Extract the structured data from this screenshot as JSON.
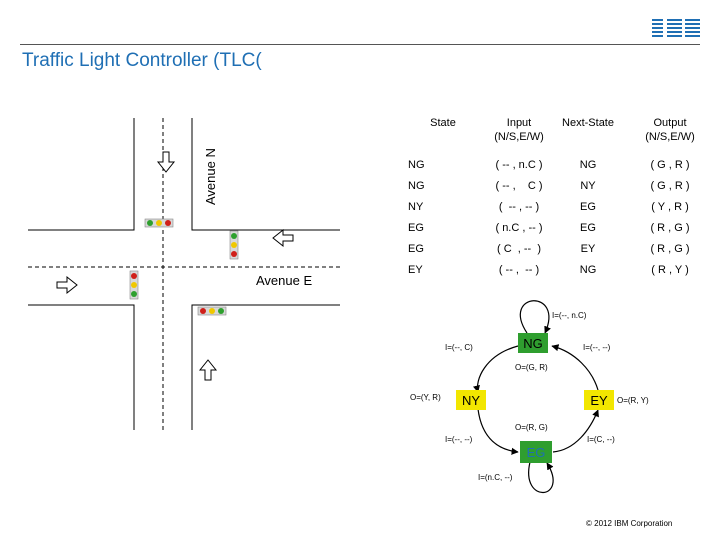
{
  "header": {
    "logo_text": "IBM",
    "title": "Traffic Light Controller (TLC("
  },
  "intersection": {
    "avenue_n_label": "Avenue N",
    "avenue_e_label": "Avenue E"
  },
  "table": {
    "headers": [
      "State",
      "Input\n(N/S,E/W)",
      "Next-State",
      "Output\n(N/S,E/W)"
    ],
    "rows": [
      [
        "NG",
        "( -- , n.C )",
        "NG",
        "( G , R )"
      ],
      [
        "NG",
        "( -- ,    C )",
        "NY",
        "( G , R )"
      ],
      [
        "NY",
        "(  -- , -- )",
        "EG",
        "( Y , R )"
      ],
      [
        "EG",
        "( n.C , -- )",
        "EG",
        "( R , G )"
      ],
      [
        "EG",
        "( C  , --  )",
        "EY",
        "( R , G )"
      ],
      [
        "EY",
        "( -- ,  -- )",
        "NG",
        "( R , Y )"
      ]
    ]
  },
  "state_diagram": {
    "states": [
      "NG",
      "NY",
      "EG",
      "EY"
    ],
    "labels": {
      "ng_self_loop": "I=(--, n.C)",
      "ng_to_ny": "I=(--, C)",
      "ey_to_ng": "I=(--, --)",
      "ng_output": "O=(G, R)",
      "ny_output": "O=(Y, R)",
      "ey_output": "O=(R, Y)",
      "eg_output": "O=(R, G)",
      "ny_to_eg": "I=(--, --)",
      "eg_to_ey": "I=(C, --)",
      "eg_self_loop": "I=(n.C, --)"
    },
    "colors": {
      "green_state": "#2f9e2f",
      "yellow_state": "#f2e600",
      "light_red": "#d0201a",
      "light_yellow": "#f0c800",
      "light_green": "#2ea02e"
    }
  },
  "footer": {
    "copyright": "© 2012 IBM Corporation"
  }
}
